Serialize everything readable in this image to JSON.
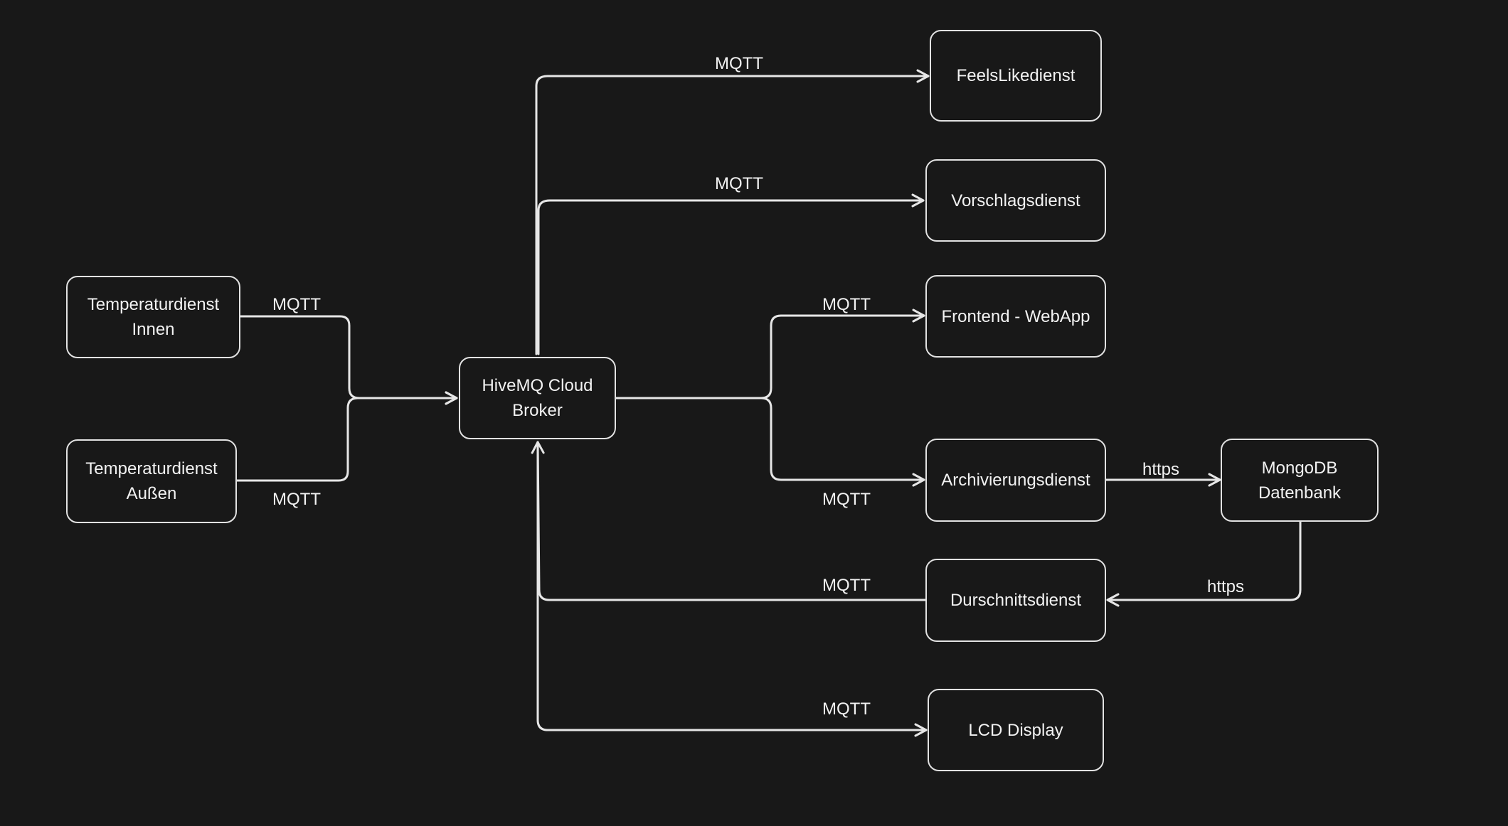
{
  "nodes": {
    "temp_innen": "Temperaturdienst\nInnen",
    "temp_aussen": "Temperaturdienst\nAußen",
    "broker": "HiveMQ Cloud\nBroker",
    "feelslike": "FeelsLikedienst",
    "vorschlag": "Vorschlagsdienst",
    "frontend": "Frontend - WebApp",
    "archiv": "Archivierungsdienst",
    "mongodb": "MongoDB\nDatenbank",
    "durchschnitt": "Durschnittsdienst",
    "lcd": "LCD Display"
  },
  "edge_labels": {
    "innen_broker": "MQTT",
    "aussen_broker": "MQTT",
    "broker_feelslike": "MQTT",
    "broker_vorschlag": "MQTT",
    "broker_frontend": "MQTT",
    "broker_archiv": "MQTT",
    "archiv_mongodb": "https",
    "mongodb_durchschnitt": "https",
    "durchschnitt_broker": "MQTT",
    "broker_lcd": "MQTT"
  },
  "colors": {
    "background": "#181818",
    "stroke": "#e2e2e2",
    "text": "#f2f2f2"
  }
}
